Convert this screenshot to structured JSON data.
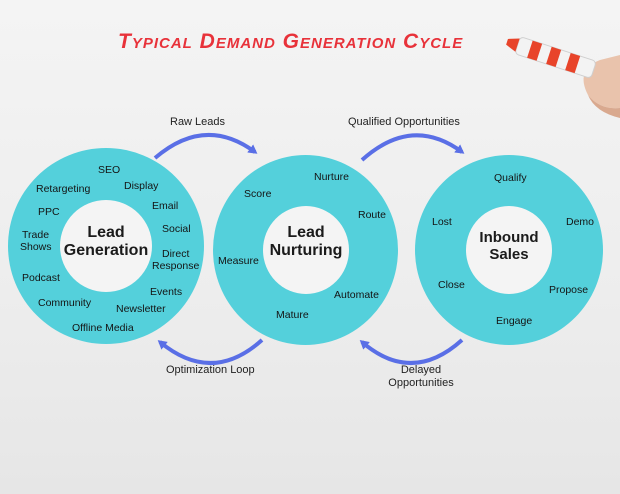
{
  "title": "Typical Demand Generation Cycle",
  "circles": {
    "lead_generation": {
      "center": [
        "Lead",
        "Generation"
      ],
      "items": [
        "SEO",
        "Display",
        "Email",
        "Social",
        "Direct",
        "Response",
        "Events",
        "Newsletter",
        "Offline Media",
        "Community",
        "Podcast",
        "Trade",
        "Shows",
        "PPC",
        "Retargeting"
      ]
    },
    "lead_nurturing": {
      "center": [
        "Lead",
        "Nurturing"
      ],
      "items": [
        "Nurture",
        "Route",
        "Automate",
        "Mature",
        "Measure",
        "Score"
      ]
    },
    "inbound_sales": {
      "center": [
        "Inbound",
        "Sales"
      ],
      "items": [
        "Qualify",
        "Demo",
        "Propose",
        "Engage",
        "Close",
        "Lost"
      ]
    }
  },
  "arrows": {
    "raw_leads": "Raw Leads",
    "qualified_opportunities": "Qualified Opportunities",
    "optimization_loop": "Optimization Loop",
    "delayed_opportunities": [
      "Delayed",
      "Opportunities"
    ]
  },
  "colors": {
    "ring": "#54d0db",
    "arrow": "#5a6fe6",
    "title": "#e8323a",
    "marker": "#e8442a"
  }
}
